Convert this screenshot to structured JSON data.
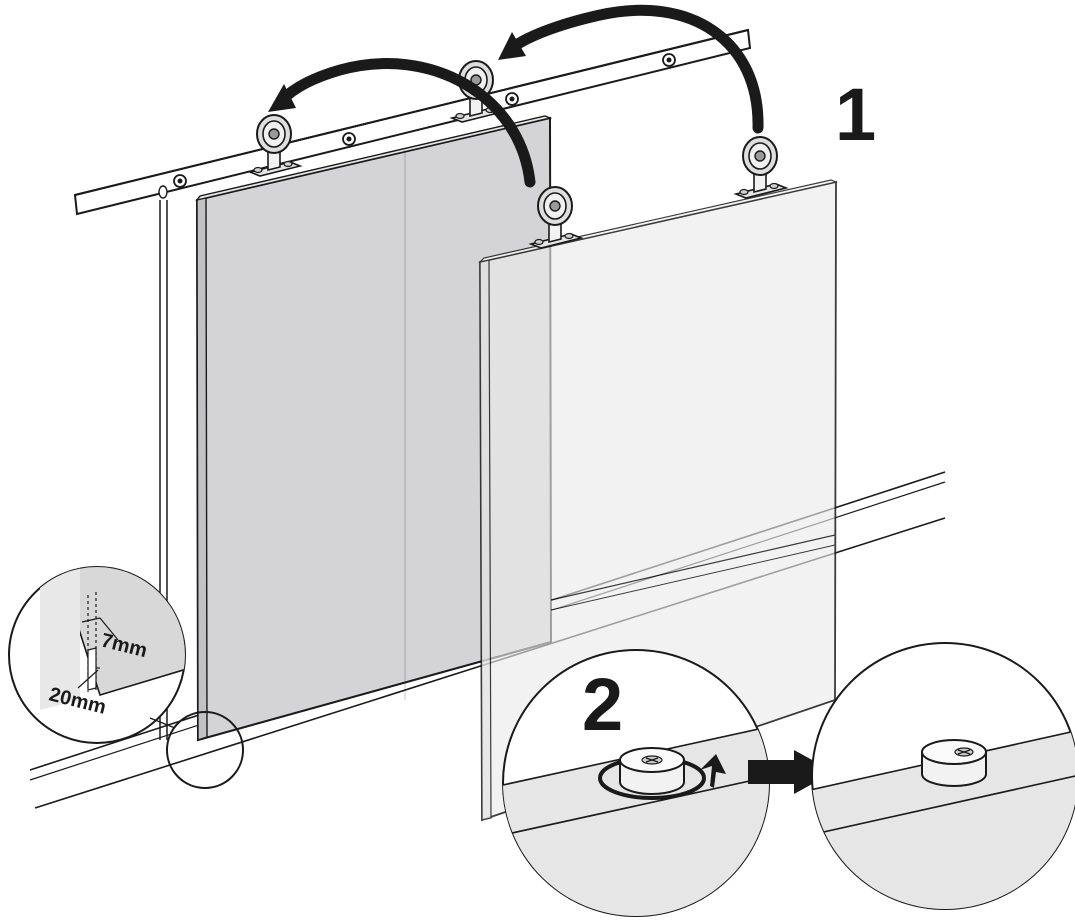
{
  "diagram": {
    "steps": [
      {
        "number": "1"
      },
      {
        "number": "2"
      }
    ],
    "dimensions": {
      "groove_width": "7mm",
      "groove_depth": "20mm"
    },
    "colors": {
      "line": "#1a1a1a",
      "door_solid": "#d4d4d6",
      "door_ghost": "#ebebeb",
      "hardware": "#dcdcdc",
      "arrow": "#1a1a1a"
    }
  }
}
